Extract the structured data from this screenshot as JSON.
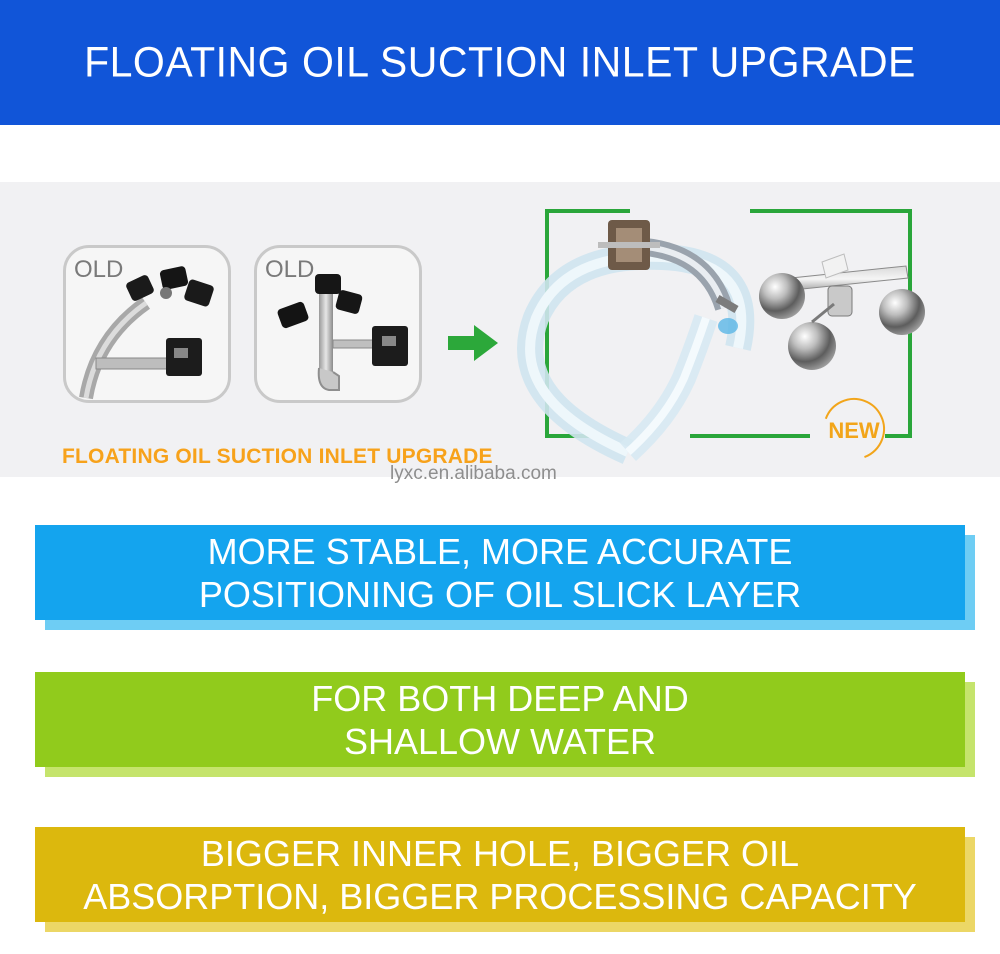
{
  "header": {
    "title": "FLOATING OIL SUCTION INLET UPGRADE"
  },
  "panel": {
    "old_labels": [
      "OLD",
      "OLD"
    ],
    "new_badge": "NEW",
    "caption": "FLOATING OIL SUCTION INLET UPGRADE",
    "watermark": "lyxc.en.alibaba.com"
  },
  "features": [
    {
      "line1": "MORE STABLE, MORE ACCURATE",
      "line2": "POSITIONING OF OIL SLICK LAYER"
    },
    {
      "line1": "FOR BOTH DEEP AND",
      "line2": "SHALLOW WATER"
    },
    {
      "line1": "BIGGER INNER HOLE, BIGGER OIL",
      "line2": "ABSORPTION, BIGGER PROCESSING CAPACITY"
    }
  ],
  "colors": {
    "header": "#1155d8",
    "caption": "#f7a21b",
    "arrow": "#2ca83a",
    "frame": "#2aa63a",
    "badge": "#f2a51a",
    "band_blue": "#14a4ee",
    "band_green": "#91cb1c",
    "band_yellow": "#dcb80d"
  },
  "icons": [
    "green-arrow-icon"
  ]
}
